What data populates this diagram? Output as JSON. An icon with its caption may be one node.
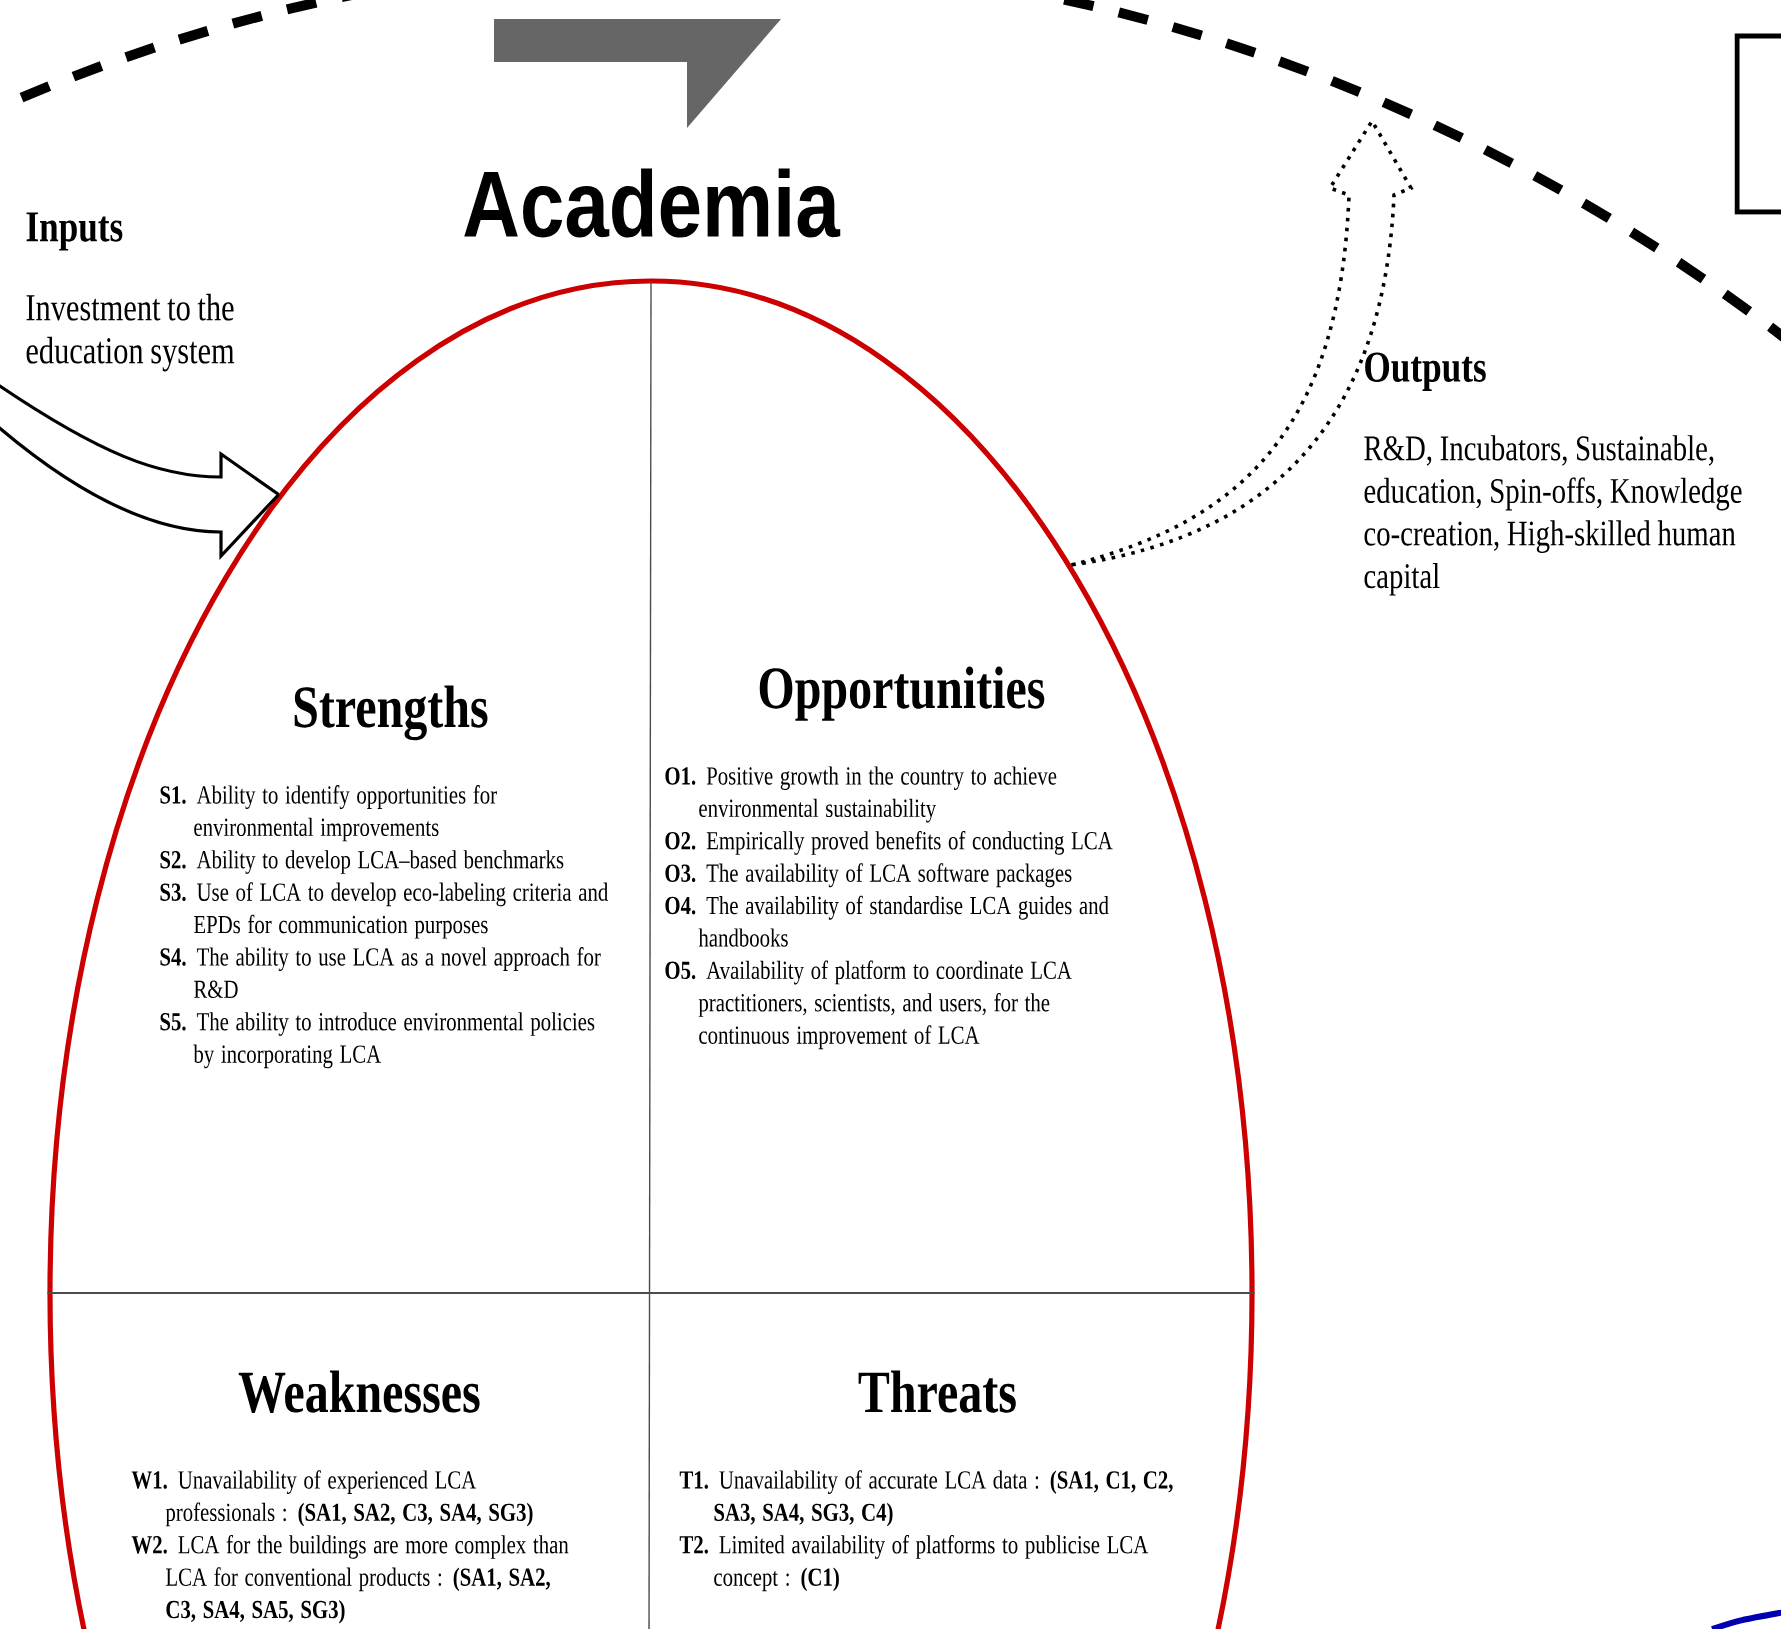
{
  "diagram": {
    "nodes": [
      {
        "text": [
          "Inputs",
          "Investment to the education system"
        ]
      },
      {
        "text": [
          "Academia"
        ]
      },
      {
        "text": [
          "Strengths",
          "**S1.** Ability to identify opportunities for environmental improvements",
          "**S2.** Ability to develop LCA–based benchmarks",
          "**S3.** Use of LCA to develop eco-labeling criteria and EPDs for communication purposes",
          "**S4.** The ability to use LCA as a novel approach for R&D",
          "**S5.** The ability to introduce environmental policies by incorporating LCA"
        ],
        "in": 1
      },
      {
        "text": [
          "Opportunities",
          "**O1.** Positive growth in the country to achieve environmental sustainability",
          "**O2.** Empirically proved benefits of conducting LCA",
          "**O3.** The availability of LCA software packages",
          "**O4.** The availability of standardise LCA guides and handbooks",
          "**O5.** Availability of platform to coordinate LCA practitioners, scientists, and users, for the continuous improvement of LCA"
        ],
        "in": 1
      },
      {
        "text": [
          "Weaknesses",
          "**W1.** Unavailability of experienced LCA professionals : **(SA1, SA2, C3, SA4, SG3)**",
          "**W2.** LCA for the buildings are more complex than LCA for conventional products : **(SA1, SA2, C3, SA4, SA5, SG3)**"
        ],
        "in": 1
      },
      {
        "text": [
          "Threats",
          "**T1.** Unavailability of accurate LCA data : **(SA1, C1, C2, SA3, SA4, SG3, C4)**",
          "**T2.** Limited availability of platforms to publicise LCA concept : **(C1)**"
        ],
        "in": 1
      },
      {
        "text": [
          "Outputs",
          "R&D, Incubators, Sustainable, education, Spin-offs, Knowledge co-creation, High-skilled human capital"
        ]
      }
    ],
    "edges": [
      {
        "from": null,
        "to": 1,
        "arrow": "to"
      },
      {
        "from": 1,
        "to": null,
        "arrow": "to",
        "style": "dashed"
      }
    ]
  }
}
